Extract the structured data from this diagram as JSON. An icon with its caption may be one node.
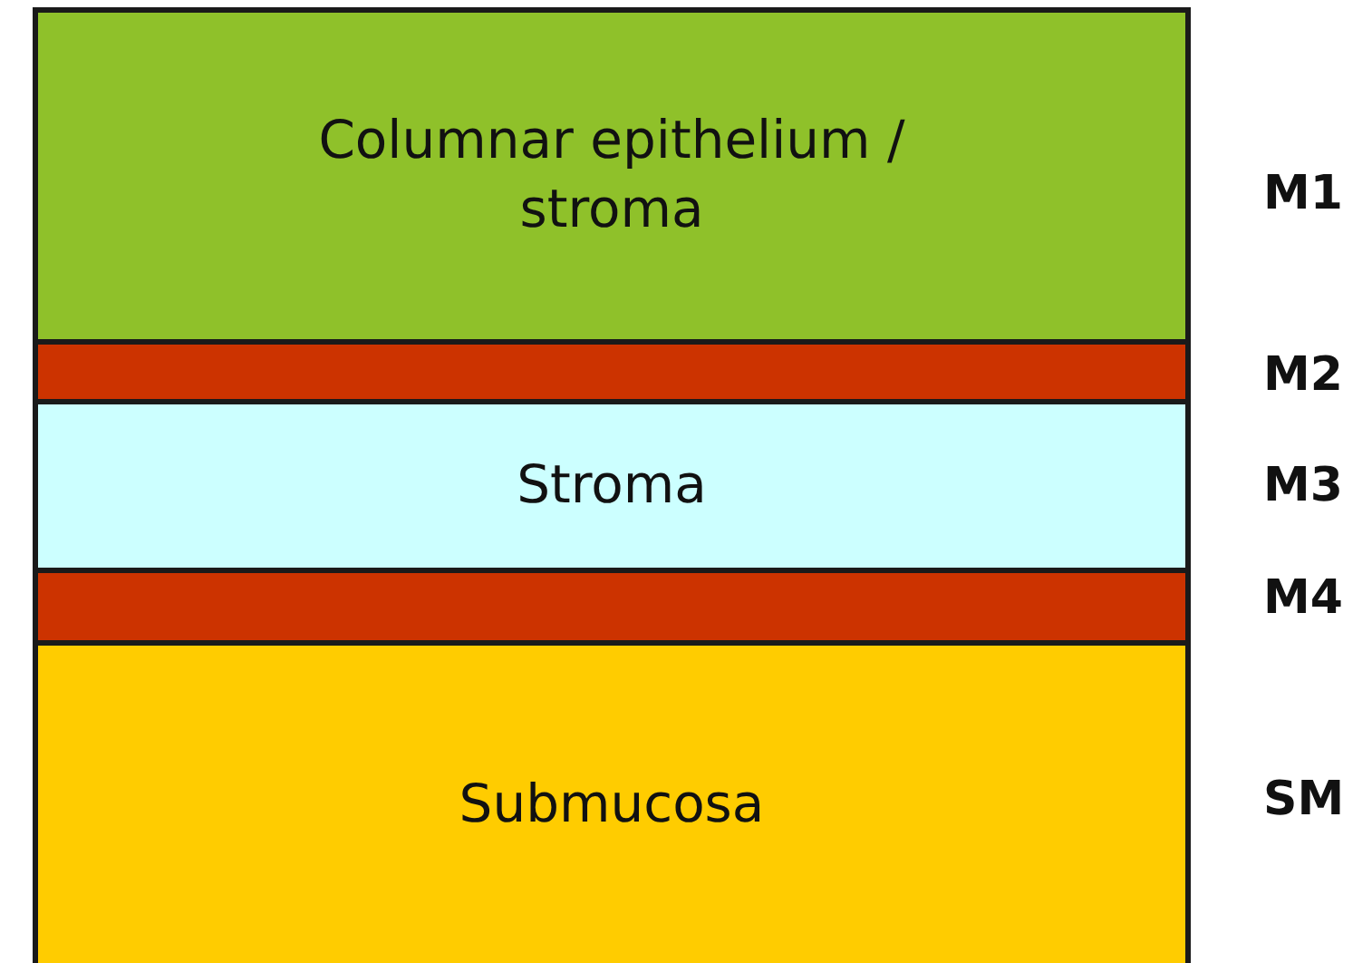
{
  "diagram": {
    "nodes": [
      {
        "text": [
          "Columnar epithelium / stroma"
        ],
        "beside": [
          "M1"
        ]
      },
      {
        "text": [],
        "shape": "bar",
        "beside": [
          "M2"
        ]
      },
      {
        "text": [
          "Stroma"
        ],
        "beside": [
          "M3"
        ]
      },
      {
        "text": [],
        "shape": "bar",
        "beside": [
          "M4"
        ]
      },
      {
        "text": [
          "Submucosa"
        ],
        "beside": [
          "SM"
        ]
      }
    ]
  }
}
